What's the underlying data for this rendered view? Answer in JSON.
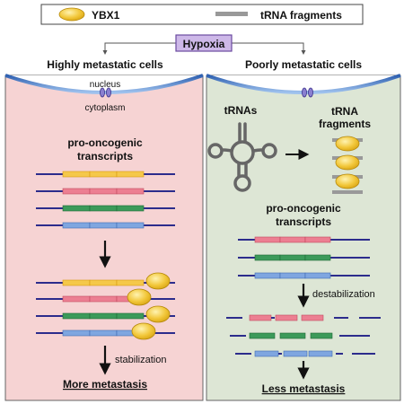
{
  "legend": {
    "ybx1_label": "YBX1",
    "fragment_label": "tRNA fragments"
  },
  "hypoxia_label": "Hypoxia",
  "left_panel": {
    "title": "Highly metastatic cells",
    "nucleus_label": "nucleus",
    "cytoplasm_label": "cytoplasm",
    "transcripts_label_line1": "pro-oncogenic",
    "transcripts_label_line2": "transcripts",
    "stabilization_label": "stabilization",
    "outcome": "More metastasis"
  },
  "right_panel": {
    "title": "Poorly metastatic cells",
    "trnas_label": "tRNAs",
    "fragments_label_line1": "tRNA",
    "fragments_label_line2": "fragments",
    "transcripts_label_line1": "pro-oncogenic",
    "transcripts_label_line2": "transcripts",
    "destabilization_label": "destabilization",
    "outcome": "Less metastasis"
  },
  "colors": {
    "left_bg": "#f6d3d3",
    "right_bg": "#dde6d5",
    "ybx1": "#f2c73a",
    "hypoxia_box": "#cdb8e8",
    "transcript_line": "#2c2c8c",
    "yellow_transcript": "#f5c84a",
    "pink_transcript": "#ec7f92",
    "green_transcript": "#3c9a5a",
    "blue_transcript": "#7fa6e0",
    "nucleus_membrane": "#4a7fc8"
  }
}
